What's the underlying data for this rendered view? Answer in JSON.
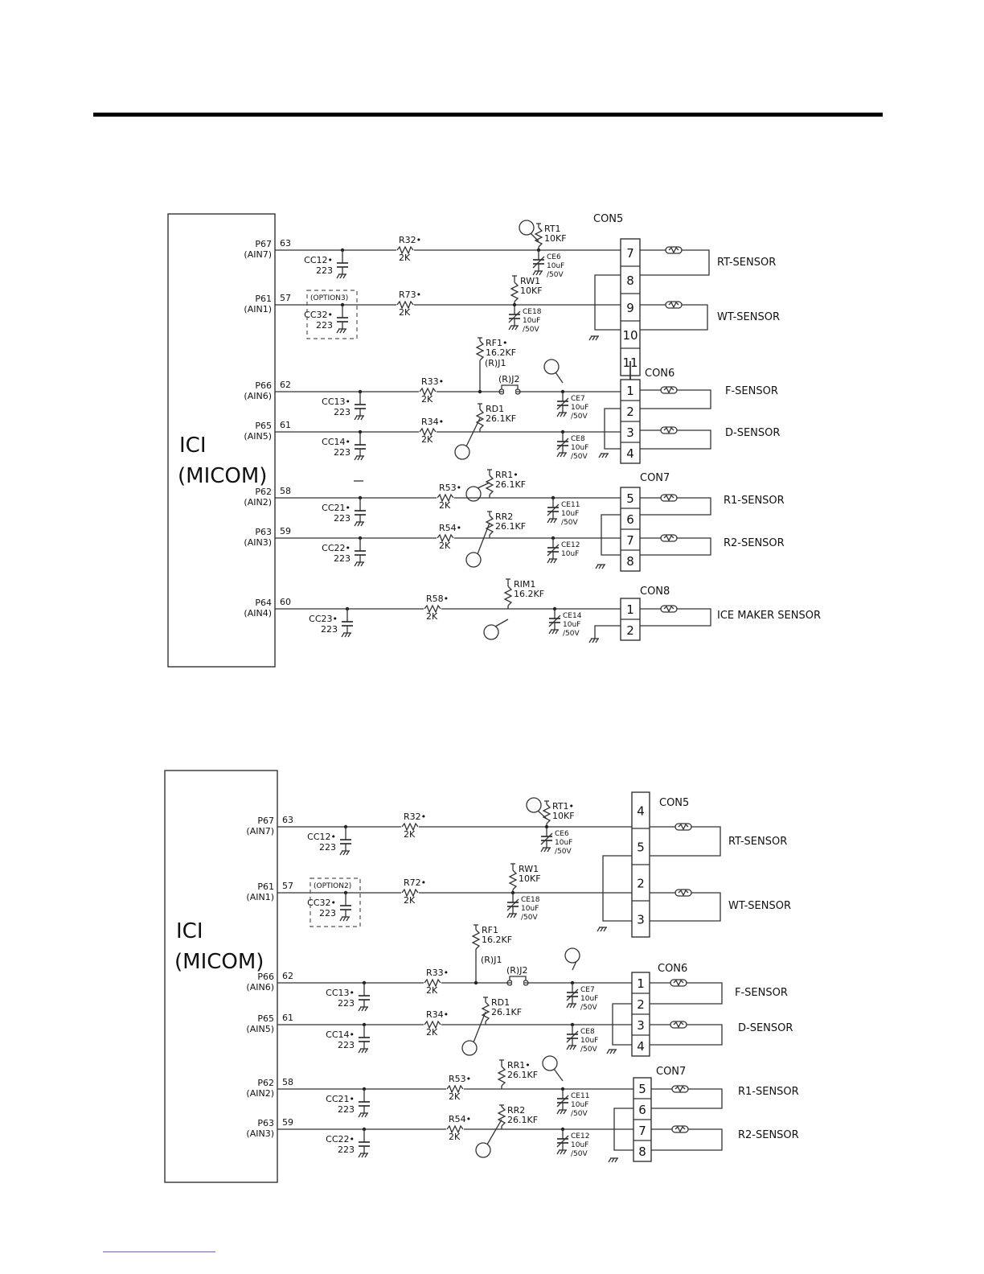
{
  "diagram_top": {
    "ic": {
      "name": "ICI",
      "sub": "(MICOM)"
    },
    "channels": [
      {
        "port": "P67",
        "ain": "(AIN7)",
        "pin": "63",
        "cap": "CC12•",
        "capv": "223",
        "res": "R32•",
        "resv": "2K"
      },
      {
        "port": "P61",
        "ain": "(AIN1)",
        "pin": "57",
        "cap": "CC32•",
        "capv": "223",
        "res": "R73•",
        "resv": "2K",
        "option": "(OPTION3)"
      },
      {
        "port": "P66",
        "ain": "(AIN6)",
        "pin": "62",
        "cap": "CC13•",
        "capv": "223",
        "res": "R33•",
        "resv": "2K"
      },
      {
        "port": "P65",
        "ain": "(AIN5)",
        "pin": "61",
        "cap": "CC14•",
        "capv": "223",
        "res": "R34•",
        "resv": "2K"
      },
      {
        "port": "P62",
        "ain": "(AIN2)",
        "pin": "58",
        "cap": "CC21•",
        "capv": "223",
        "res": "R53•",
        "resv": "2K"
      },
      {
        "port": "P63",
        "ain": "(AIN3)",
        "pin": "59",
        "cap": "CC22•",
        "capv": "223",
        "res": "R54•",
        "resv": "2K"
      },
      {
        "port": "P64",
        "ain": "(AIN4)",
        "pin": "60",
        "cap": "CC23•",
        "capv": "223",
        "res": "R58•",
        "resv": "2K"
      }
    ],
    "pullups": [
      {
        "name": "RT1",
        "val": "10KF"
      },
      {
        "name": "RW1",
        "val": "10KF"
      },
      {
        "name": "RF1•",
        "val": "16.2KF"
      },
      {
        "name": "RD1",
        "val": "26.1KF"
      },
      {
        "name": "RR1•",
        "val": "26.1KF"
      },
      {
        "name": "RR2",
        "val": "26.1KF"
      },
      {
        "name": "RIM1",
        "val": "16.2KF"
      }
    ],
    "filters": [
      {
        "name": "CE6",
        "v1": "10uF",
        "v2": "/50V"
      },
      {
        "name": "CE18",
        "v1": "10uF",
        "v2": "/50V"
      },
      {
        "name": "CE7",
        "v1": "10uF",
        "v2": "/50V"
      },
      {
        "name": "CE8",
        "v1": "10uF",
        "v2": "/50V"
      },
      {
        "name": "CE11",
        "v1": "10uF",
        "v2": "/50V"
      },
      {
        "name": "CE12",
        "v1": "10uF",
        "v2": ""
      },
      {
        "name": "CE14",
        "v1": "10uF",
        "v2": "/50V"
      }
    ],
    "jumpers": [
      "(R)J1",
      "(R)J2"
    ],
    "connectors": [
      {
        "name": "CON5",
        "pins": [
          "7",
          "8",
          "9",
          "10",
          "11"
        ]
      },
      {
        "name": "CON6",
        "pins": [
          "1",
          "2",
          "3",
          "4"
        ]
      },
      {
        "name": "CON7",
        "pins": [
          "5",
          "6",
          "7",
          "8"
        ]
      },
      {
        "name": "CON8",
        "pins": [
          "1",
          "2"
        ]
      }
    ],
    "sensors": [
      "RT-SENSOR",
      "WT-SENSOR",
      "F-SENSOR",
      "D-SENSOR",
      "R1-SENSOR",
      "R2-SENSOR",
      "ICE MAKER SENSOR"
    ]
  },
  "diagram_bottom": {
    "ic": {
      "name": "ICI",
      "sub": "(MICOM)"
    },
    "channels": [
      {
        "port": "P67",
        "ain": "(AIN7)",
        "pin": "63",
        "cap": "CC12•",
        "capv": "223",
        "res": "R32•",
        "resv": "2K"
      },
      {
        "port": "P61",
        "ain": "(AIN1)",
        "pin": "57",
        "cap": "CC32•",
        "capv": "223",
        "res": "R72•",
        "resv": "2K",
        "option": "(OPTION2)"
      },
      {
        "port": "P66",
        "ain": "(AIN6)",
        "pin": "62",
        "cap": "CC13•",
        "capv": "223",
        "res": "R33•",
        "resv": "2K"
      },
      {
        "port": "P65",
        "ain": "(AIN5)",
        "pin": "61",
        "cap": "CC14•",
        "capv": "223",
        "res": "R34•",
        "resv": "2K"
      },
      {
        "port": "P62",
        "ain": "(AIN2)",
        "pin": "58",
        "cap": "CC21•",
        "capv": "223",
        "res": "R53•",
        "resv": "2K"
      },
      {
        "port": "P63",
        "ain": "(AIN3)",
        "pin": "59",
        "cap": "CC22•",
        "capv": "223",
        "res": "R54•",
        "resv": "2K"
      }
    ],
    "pullups": [
      {
        "name": "RT1•",
        "val": "10KF"
      },
      {
        "name": "RW1",
        "val": "10KF"
      },
      {
        "name": "RF1",
        "val": "16.2KF"
      },
      {
        "name": "RD1",
        "val": "26.1KF"
      },
      {
        "name": "RR1•",
        "val": "26.1KF"
      },
      {
        "name": "RR2",
        "val": "26.1KF"
      }
    ],
    "filters": [
      {
        "name": "CE6",
        "v1": "10uF",
        "v2": "/50V"
      },
      {
        "name": "CE18",
        "v1": "10uF",
        "v2": "/50V"
      },
      {
        "name": "CE7",
        "v1": "10uF",
        "v2": "/50V"
      },
      {
        "name": "CE8",
        "v1": "10uF",
        "v2": "/50V"
      },
      {
        "name": "CE11",
        "v1": "10uF",
        "v2": "/50V"
      },
      {
        "name": "CE12",
        "v1": "10uF",
        "v2": "/50V"
      }
    ],
    "jumpers": [
      "(R)J1",
      "(R)J2"
    ],
    "connectors": [
      {
        "name": "CON5",
        "pins": [
          "4",
          "5",
          "2",
          "3"
        ]
      },
      {
        "name": "CON6",
        "pins": [
          "1",
          "2",
          "3",
          "4"
        ]
      },
      {
        "name": "CON7",
        "pins": [
          "5",
          "6",
          "7",
          "8"
        ]
      }
    ],
    "sensors": [
      "RT-SENSOR",
      "WT-SENSOR",
      "F-SENSOR",
      "D-SENSOR",
      "R1-SENSOR",
      "R2-SENSOR"
    ]
  }
}
